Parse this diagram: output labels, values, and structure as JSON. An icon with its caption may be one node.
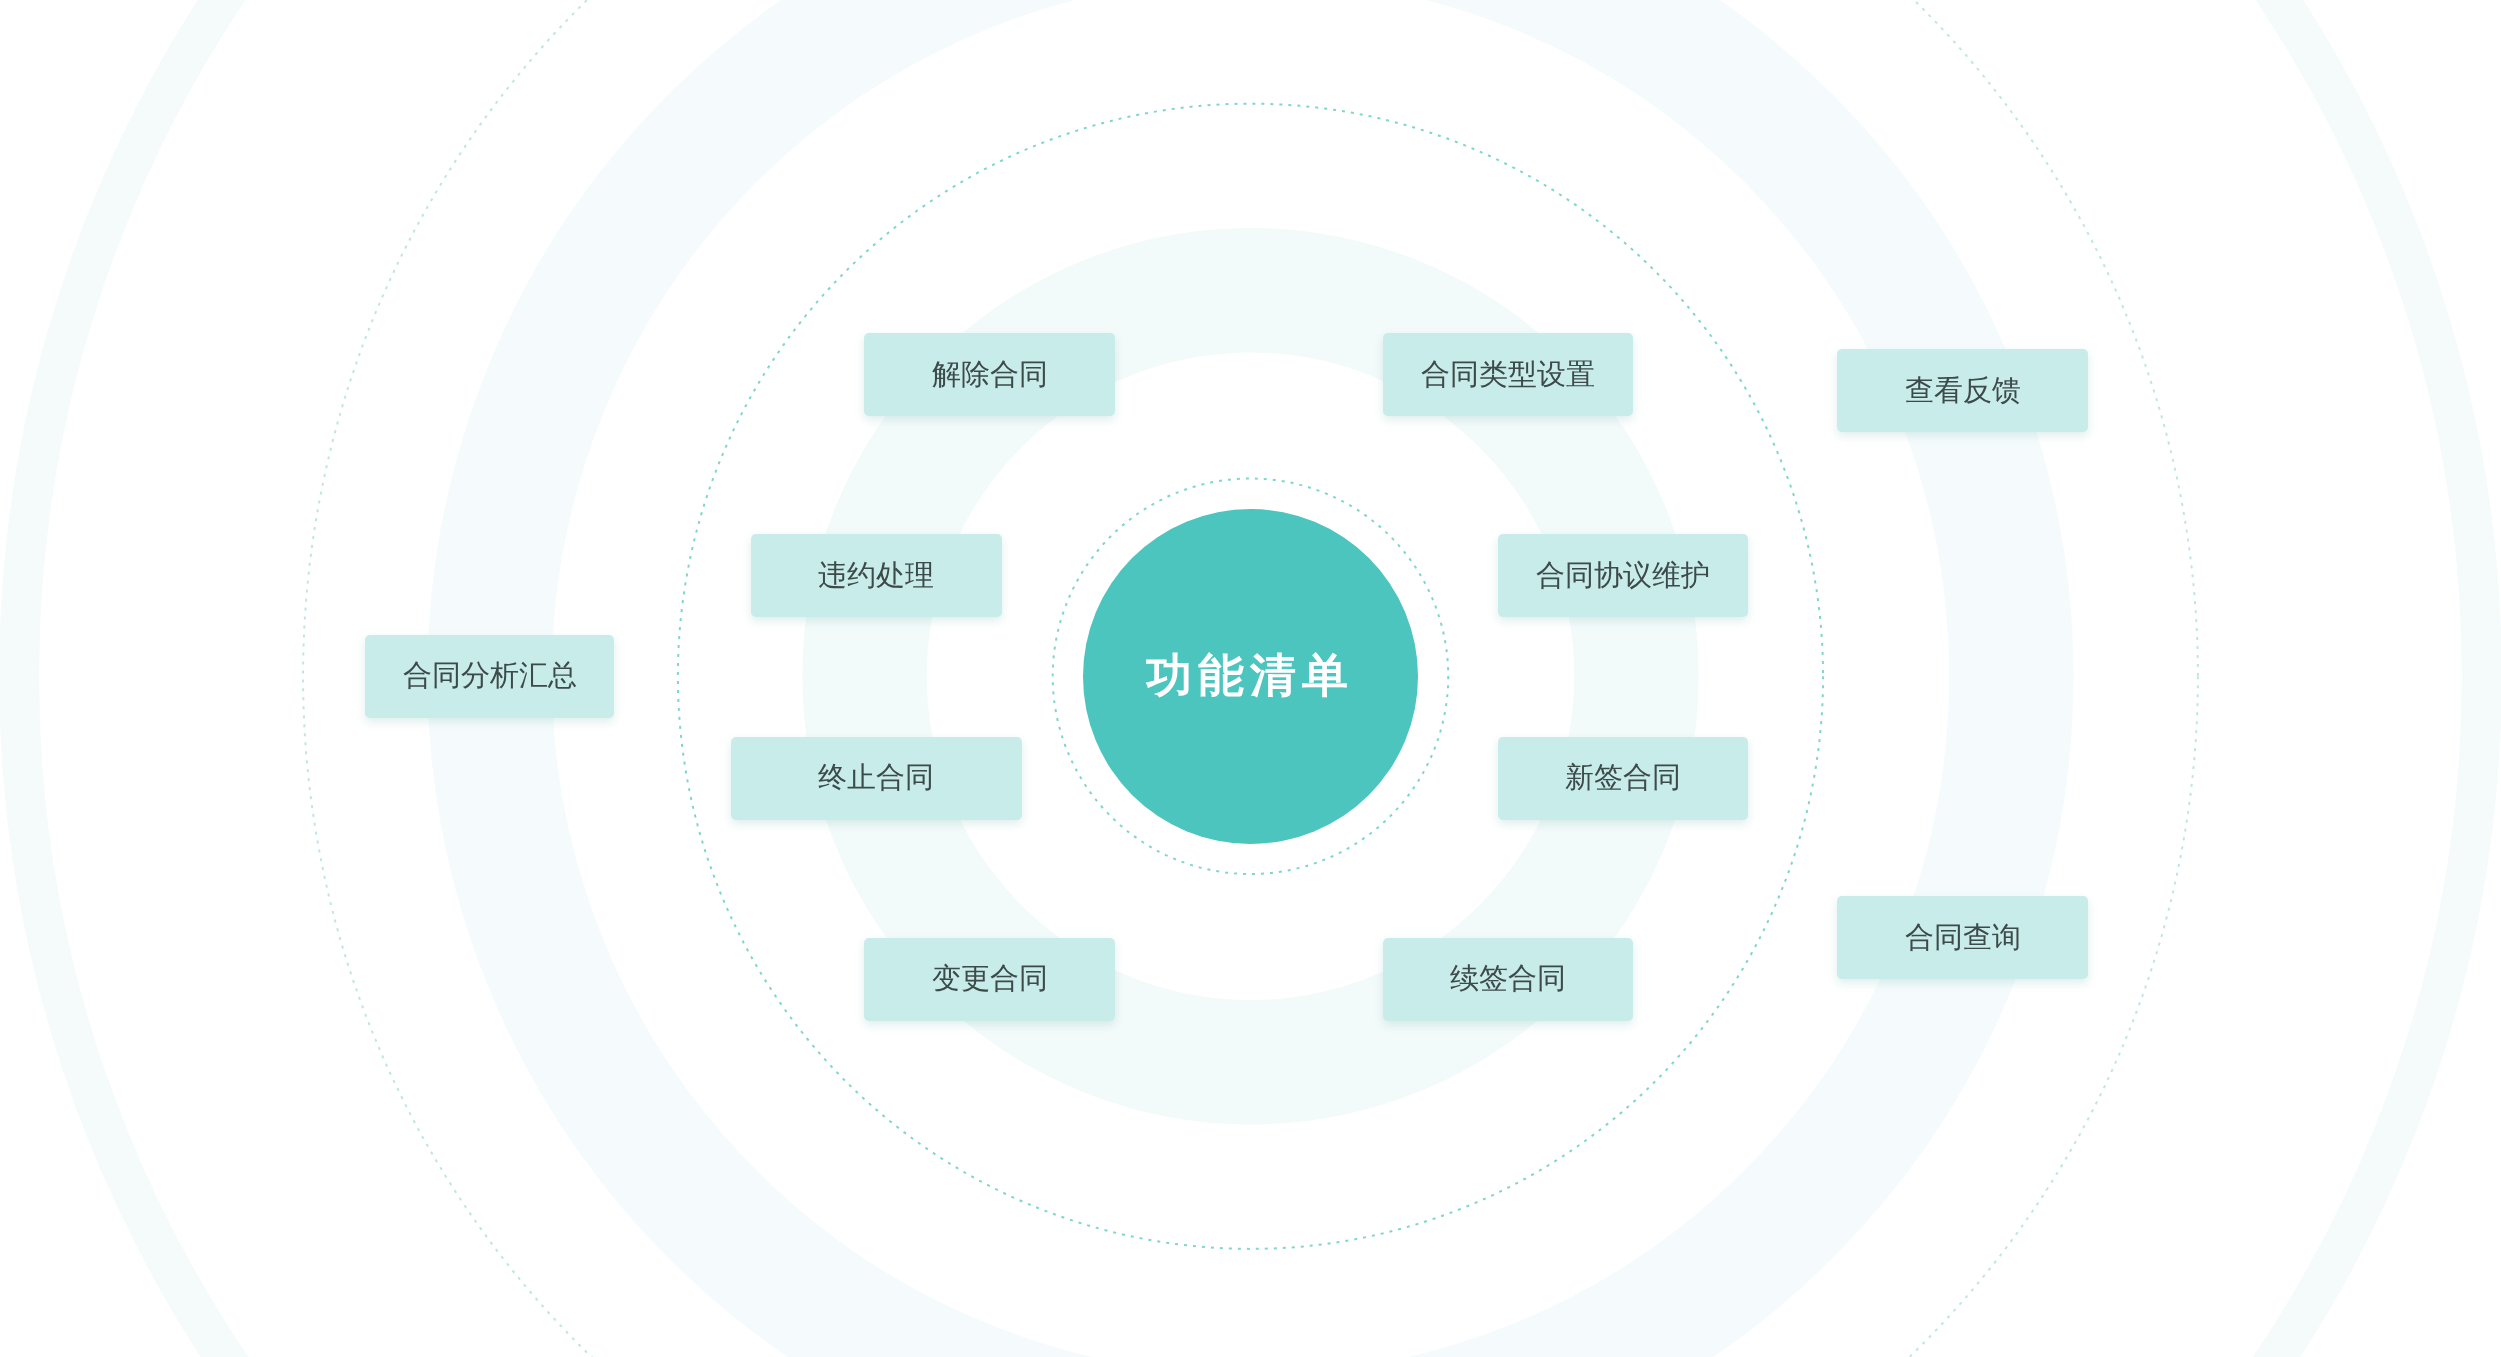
{
  "diagram": {
    "nodes": [
      {
        "text": [
          "功能清单"
        ]
      },
      {
        "text": [
          "解除合同"
        ]
      },
      {
        "text": [
          "合同类型设置"
        ]
      },
      {
        "text": [
          "查看反馈"
        ]
      },
      {
        "text": [
          "违约处理"
        ]
      },
      {
        "text": [
          "合同协议维护"
        ]
      },
      {
        "text": [
          "合同分析汇总"
        ]
      },
      {
        "text": [
          "终止合同"
        ]
      },
      {
        "text": [
          "新签合同"
        ]
      },
      {
        "text": [
          "变更合同"
        ]
      },
      {
        "text": [
          "续签合同"
        ]
      },
      {
        "text": [
          "合同查询"
        ]
      }
    ]
  }
}
